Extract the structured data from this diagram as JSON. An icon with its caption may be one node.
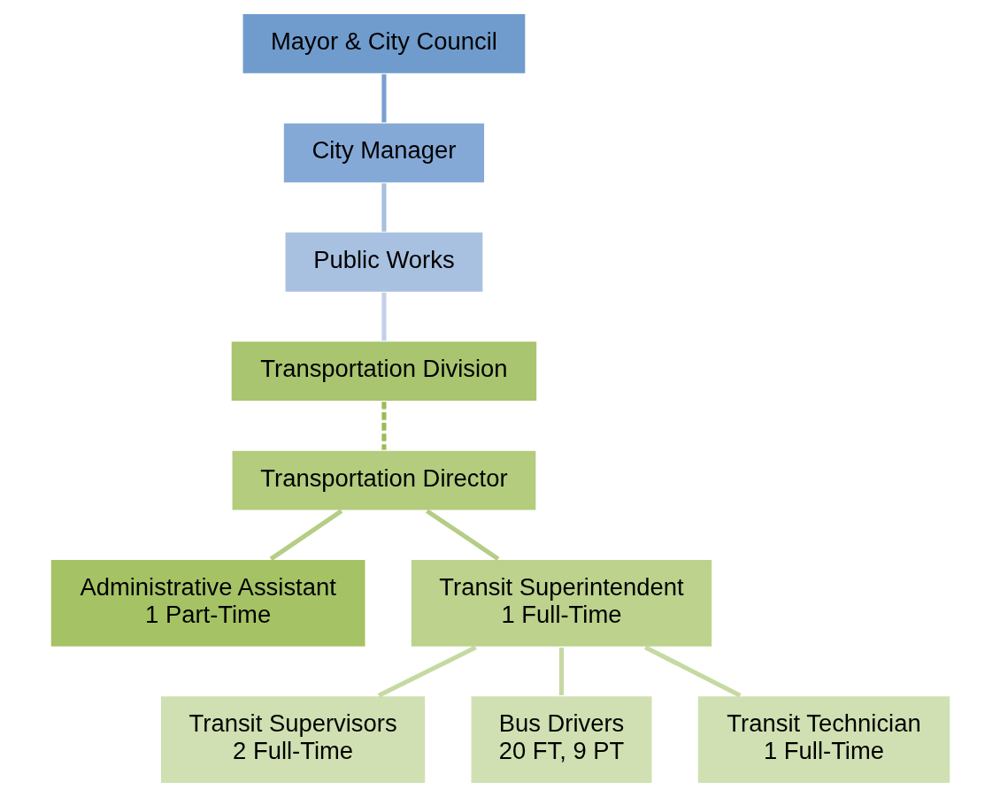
{
  "diagram": {
    "nodes": [
      {
        "text": [
          "Mayor & City Council"
        ]
      },
      {
        "text": [
          "City Manager"
        ]
      },
      {
        "text": [
          "Public Works"
        ]
      },
      {
        "text": [
          "Transportation Division"
        ]
      },
      {
        "text": [
          "Transportation Director"
        ]
      },
      {
        "text": [
          "Administrative Assistant",
          "1 Part-Time"
        ]
      },
      {
        "text": [
          "Transit Superintendent",
          "1 Full-Time"
        ]
      },
      {
        "text": [
          "Transit Supervisors",
          "2 Full-Time"
        ]
      },
      {
        "text": [
          "Bus Drivers",
          "20 FT, 9 PT"
        ]
      },
      {
        "text": [
          "Transit Technician",
          "1 Full-Time"
        ]
      }
    ],
    "edges": [
      {
        "from": 0,
        "to": 1,
        "arrow": "none",
        "color": "#7aa0d0"
      },
      {
        "from": 1,
        "to": 2,
        "arrow": "none",
        "color": "#a8bfdf"
      },
      {
        "from": 2,
        "to": 3,
        "arrow": "none",
        "color": "#c3d1e8"
      },
      {
        "from": 3,
        "to": 4,
        "arrow": "none",
        "style": "dashed",
        "color": "#9bbb59"
      },
      {
        "from": 4,
        "to": 5,
        "arrow": "none",
        "color": "#b5cd85"
      },
      {
        "from": 4,
        "to": 6,
        "arrow": "none",
        "color": "#b5cd85"
      },
      {
        "from": 6,
        "to": 7,
        "arrow": "none",
        "color": "#c6d9a3"
      },
      {
        "from": 6,
        "to": 8,
        "arrow": "none",
        "color": "#c6d9a3"
      },
      {
        "from": 6,
        "to": 9,
        "arrow": "none",
        "color": "#c6d9a3"
      }
    ]
  }
}
